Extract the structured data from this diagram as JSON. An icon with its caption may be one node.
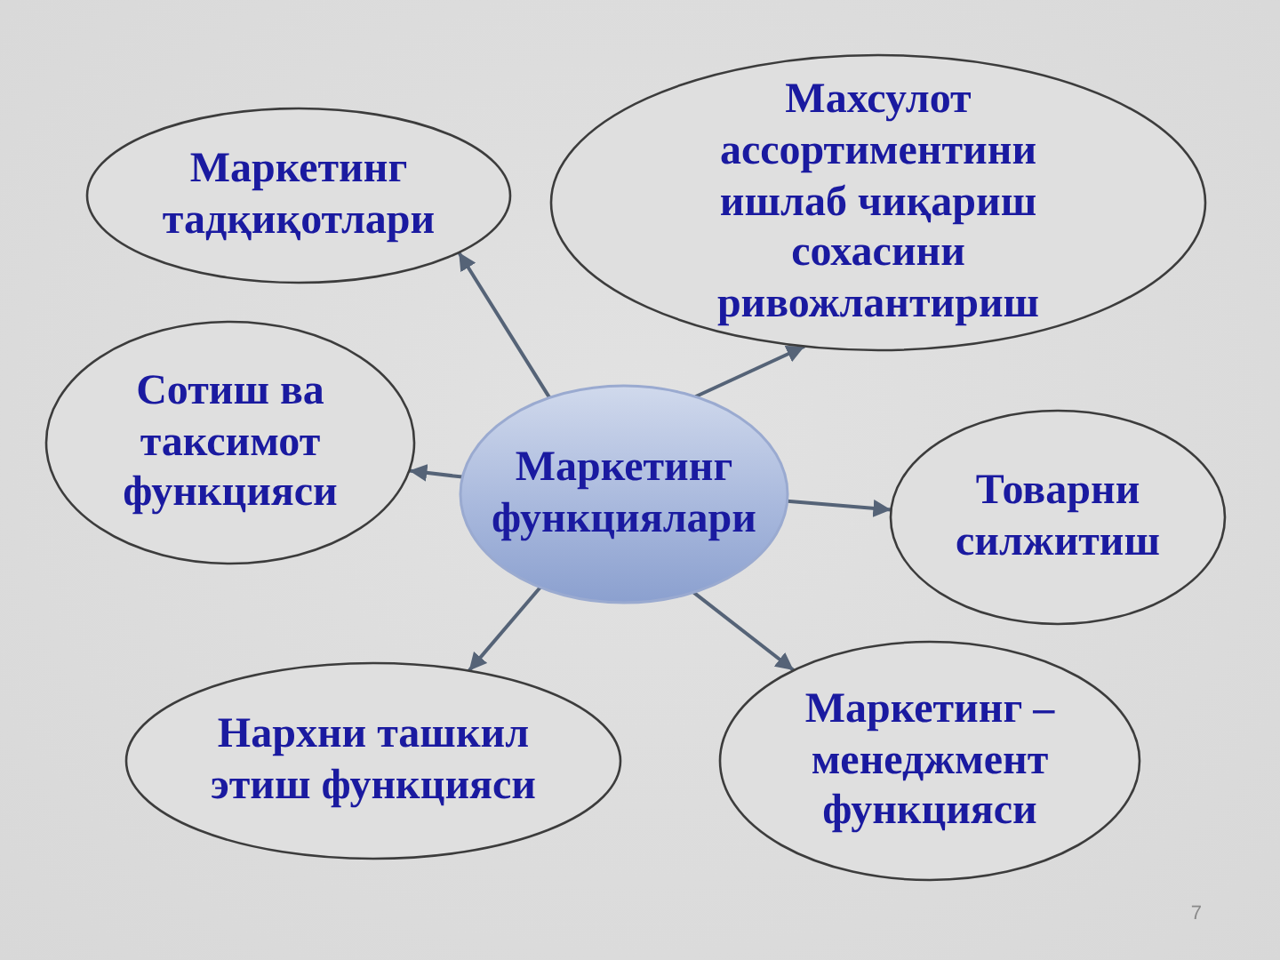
{
  "diagram": {
    "nodes": [
      {
        "text": [
          "Маркетинг функциялари"
        ]
      },
      {
        "text": [
          "Маркетинг тадқиқотлари"
        ]
      },
      {
        "text": [
          "Махсулот ассортиментини ишлаб чиқариш сохасини ривожлантириш"
        ]
      },
      {
        "text": [
          "Сотиш ва таксимот функцияси"
        ]
      },
      {
        "text": [
          "Товарни силжитиш"
        ]
      },
      {
        "text": [
          "Нархни ташкил этиш функцияси"
        ]
      },
      {
        "text": [
          "Маркетинг – менеджмент функцияси"
        ]
      }
    ],
    "edges": [
      {
        "from": 0,
        "to": 1,
        "arrow": "to"
      },
      {
        "from": 0,
        "to": 2,
        "arrow": "to"
      },
      {
        "from": 0,
        "to": 3,
        "arrow": "to"
      },
      {
        "from": 0,
        "to": 4,
        "arrow": "to"
      },
      {
        "from": 0,
        "to": 5,
        "arrow": "to"
      },
      {
        "from": 0,
        "to": 6,
        "arrow": "to"
      }
    ],
    "labels": [
      "7"
    ]
  }
}
